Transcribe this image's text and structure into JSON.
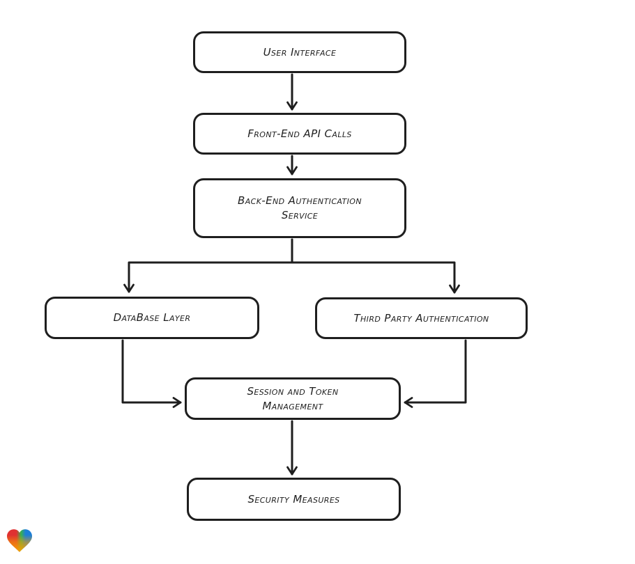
{
  "diagram": {
    "background": "#ffffff",
    "stroke_color": "#1e1e1e",
    "node_fill": "#ffffff",
    "arrow_style": "chevron",
    "nodes": [
      {
        "id": "user-interface",
        "label": "User Interface"
      },
      {
        "id": "front-end-api-calls",
        "label": "Front-End API Calls"
      },
      {
        "id": "back-end-authentication-service",
        "label": "Back-End Authentication Service"
      },
      {
        "id": "database-layer",
        "label": "DataBase Layer"
      },
      {
        "id": "third-party-authentication",
        "label": "Third Party Authentication"
      },
      {
        "id": "session-and-token-management",
        "label": "Session and Token Management"
      },
      {
        "id": "security-measures",
        "label": "Security Measures"
      }
    ],
    "edges": [
      {
        "from": "user-interface",
        "to": "front-end-api-calls"
      },
      {
        "from": "front-end-api-calls",
        "to": "back-end-authentication-service"
      },
      {
        "from": "back-end-authentication-service",
        "to": "database-layer"
      },
      {
        "from": "back-end-authentication-service",
        "to": "third-party-authentication"
      },
      {
        "from": "database-layer",
        "to": "session-and-token-management"
      },
      {
        "from": "third-party-authentication",
        "to": "session-and-token-management"
      },
      {
        "from": "session-and-token-management",
        "to": "security-measures"
      }
    ]
  },
  "branding": {
    "logo_name": "eraser-heart-logo",
    "logo_colors": [
      "#e03131",
      "#37b24d",
      "#1c7ed6",
      "#f59f00"
    ]
  }
}
